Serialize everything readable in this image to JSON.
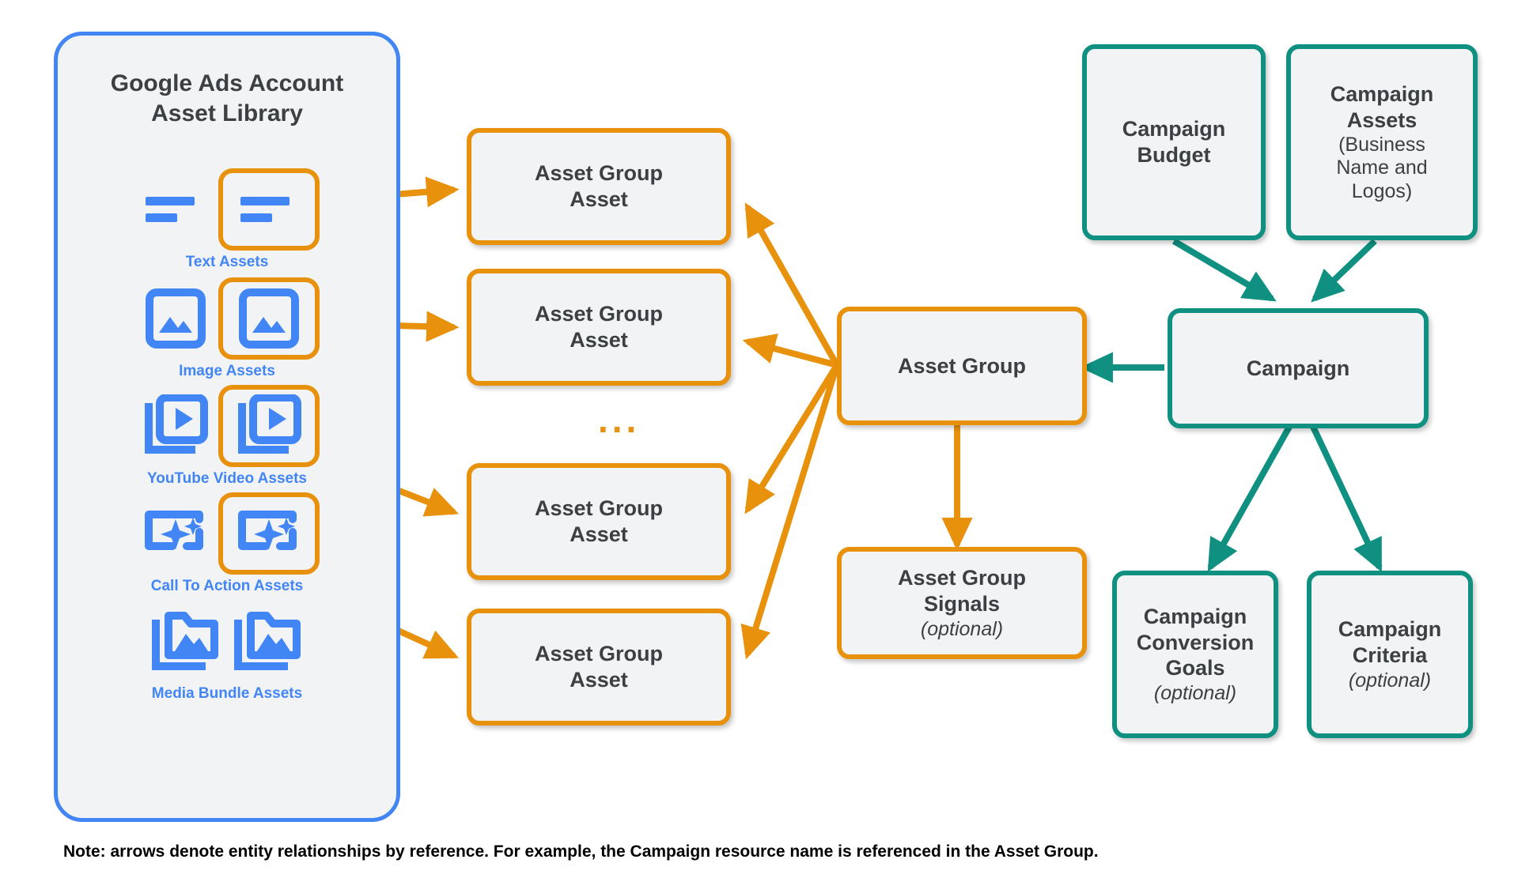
{
  "library": {
    "title": "Google Ads Account\nAsset Library",
    "accent_border": "#4285f4",
    "fill": "#f1f3f4",
    "items": [
      {
        "label": "Text Assets",
        "icon": "text-asset-icon",
        "highlighted": true
      },
      {
        "label": "Image Assets",
        "icon": "image-asset-icon",
        "highlighted": true
      },
      {
        "label": "YouTube Video  Assets",
        "icon": "video-asset-icon",
        "highlighted": true
      },
      {
        "label": "Call To Action Assets",
        "icon": "call-to-action-icon",
        "highlighted": true
      },
      {
        "label": "Media Bundle  Assets",
        "icon": "media-bundle-asset-icon",
        "highlighted": false
      }
    ]
  },
  "asset_group_assets": [
    {
      "title": "Asset Group\nAsset"
    },
    {
      "title": "Asset Group\nAsset"
    },
    {
      "title": "Asset Group\nAsset"
    },
    {
      "title": "Asset Group\nAsset"
    }
  ],
  "ellipsis": "...",
  "asset_group": {
    "title": "Asset Group"
  },
  "asset_group_signals": {
    "title": "Asset Group\nSignals",
    "sub": "(optional)"
  },
  "campaign_budget": {
    "title": "Campaign\nBudget"
  },
  "campaign_assets": {
    "title": "Campaign\nAssets",
    "sub": "(Business\nName and\nLogos)"
  },
  "campaign": {
    "title": "Campaign"
  },
  "campaign_conversion_goals": {
    "title": "Campaign\nConversion\nGoals",
    "sub": "(optional)"
  },
  "campaign_criteria": {
    "title": "Campaign\nCriteria",
    "sub": "(optional)"
  },
  "footnote": "Note: arrows denote entity relationships by reference. For example, the Campaign resource name is referenced in the Asset Group.",
  "colors": {
    "orange": "#e8910c",
    "teal": "#0f9080",
    "blue": "#4285f4",
    "box_fill": "#f1f3f4",
    "text": "#3c4043"
  }
}
